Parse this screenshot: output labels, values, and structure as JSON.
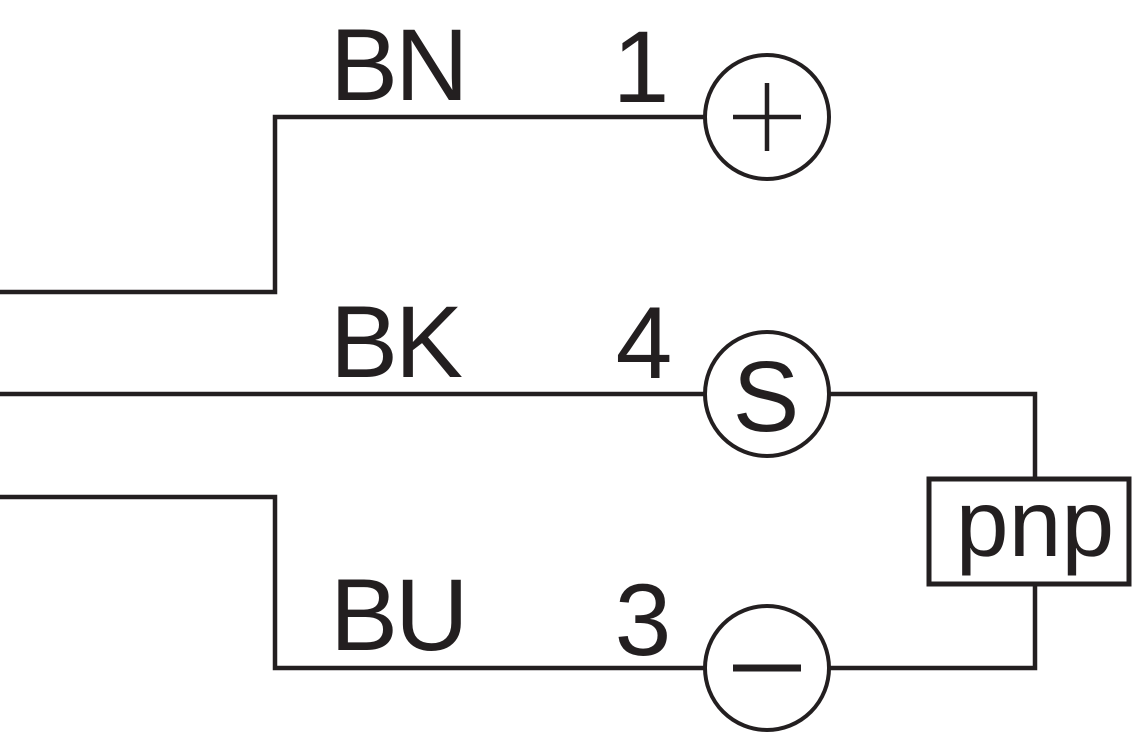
{
  "diagram": {
    "wires": [
      {
        "color_code": "BN",
        "pin": "1",
        "terminal": "+"
      },
      {
        "color_code": "BK",
        "pin": "4",
        "terminal": "S"
      },
      {
        "color_code": "BU",
        "pin": "3",
        "terminal": "−"
      }
    ],
    "output_box_label": "pnp",
    "colors": {
      "line": "#231f20",
      "background": "#ffffff"
    }
  }
}
